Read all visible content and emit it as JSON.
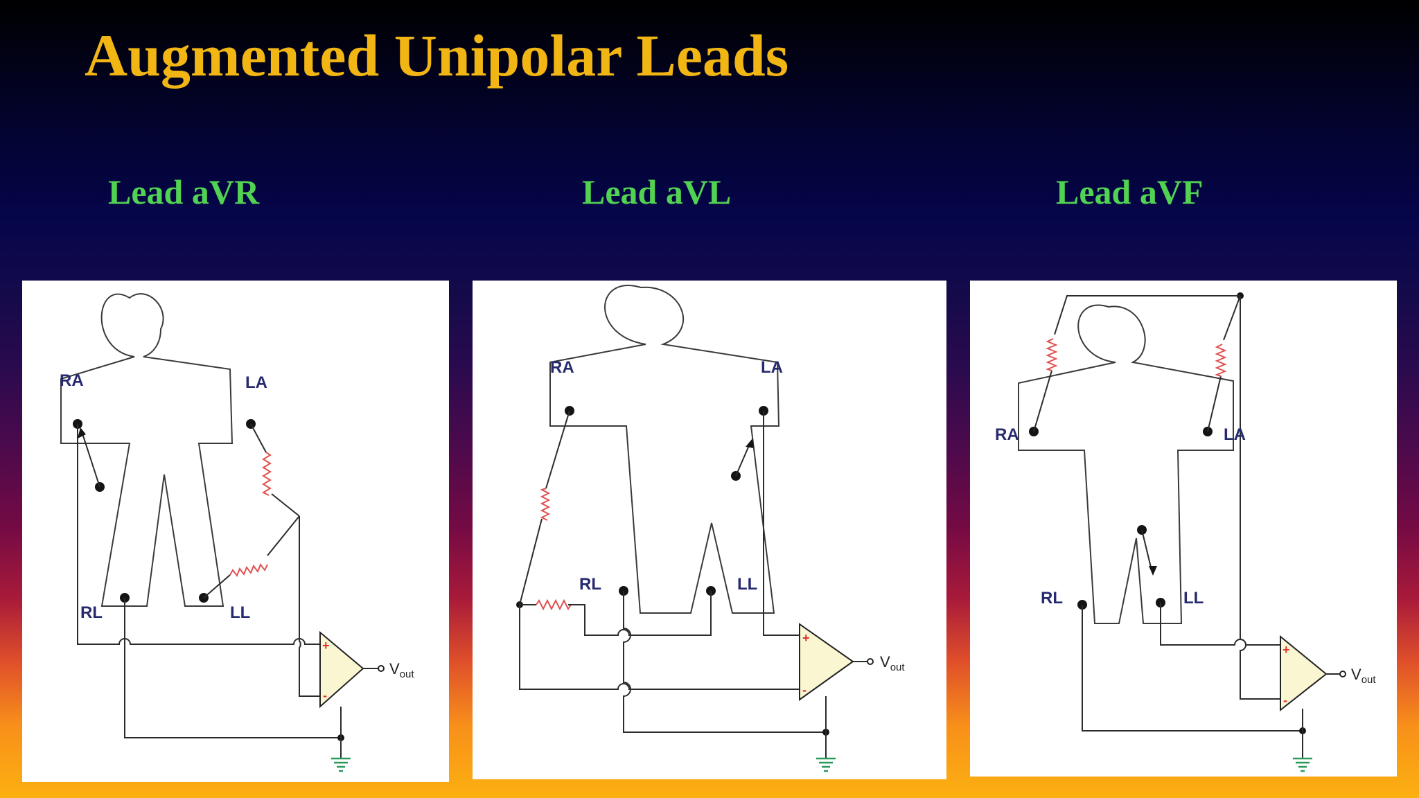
{
  "slide": {
    "title": "Augmented Unipolar Leads"
  },
  "leads": [
    {
      "label": "Lead aVR"
    },
    {
      "label": "Lead aVL"
    },
    {
      "label": "Lead aVF"
    }
  ],
  "electrodes": {
    "ra": "RA",
    "la": "LA",
    "rl": "RL",
    "ll": "LL"
  },
  "amplifier": {
    "output": "V",
    "output_sub": "out",
    "plus": "+",
    "minus": "-"
  },
  "colors": {
    "title": "#f2b614",
    "lead_label": "#52d252",
    "resistor": "#e05050",
    "electrode_label": "#262a6e",
    "ground": "#2a9a5a"
  }
}
